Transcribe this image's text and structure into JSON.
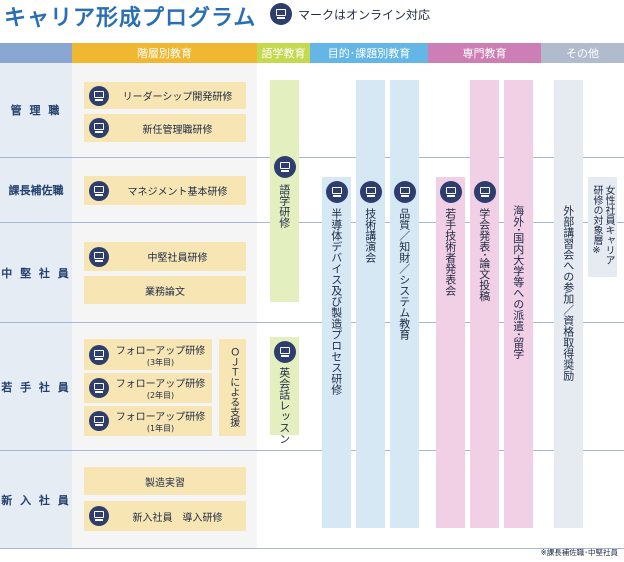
{
  "title": "キャリア形成プログラム",
  "legend": {
    "label": "マークはオンライン対応"
  },
  "headers": {
    "kaiso": "階層別教育",
    "gogaku": "語学教育",
    "mokuteki": "目的･課題別教育",
    "senmon": "専門教育",
    "other": "その他"
  },
  "ranks": {
    "kanrishoku": "管 理 職",
    "kachohosa": "課長補佐職",
    "chuken": "中 堅 社 員",
    "wakate": "若 手 社 員",
    "shinnyu": "新 入 社 員"
  },
  "kaiso_programs": {
    "leadership": "リーダーシップ開発研修",
    "new_manager": "新任管理職研修",
    "management": "マネジメント基本研修",
    "midlevel": "中堅社員研修",
    "paper": "業務論文",
    "followup3": {
      "label": "フォローアップ研修",
      "year": "(3年目)"
    },
    "followup2": {
      "label": "フォローアップ研修",
      "year": "(2年目)"
    },
    "followup1": {
      "label": "フォローアップ研修",
      "year": "(1年目)"
    },
    "ojt": "ＯＪＴによる支援",
    "manufacturing": "製造実習",
    "induction": "新入社員　導入研修"
  },
  "gogaku_programs": {
    "language": "語学研修",
    "english": "英会話レッスン"
  },
  "mokuteki_programs": {
    "semiconductor": "半導体デバイス及び製造プロセス研修",
    "tech_lecture": "技術講演会",
    "quality": "品質／知財／システム教育"
  },
  "senmon_programs": {
    "young_engineer": "若手技術者発表会",
    "academic": "学会発表･論文投稿",
    "overseas": "海外･国内大学等への派遣･留学"
  },
  "other_programs": {
    "external": "外部講習会への参加／資格取得奨励",
    "female": "女性社員キャリア研修の対象層※"
  },
  "footnote": "※課長補佐職･中堅社員",
  "colors": {
    "title": "#2a6fb5",
    "icon": "#2c3d6e",
    "kaiso_header": "#f0b731",
    "kaiso_box": "#f7e6b4",
    "gogaku_header": "#c4d94e",
    "gogaku_bar": "#e4efc0",
    "mokuteki_header": "#63b6e5",
    "mokuteki_bar": "#d5e8f4",
    "senmon_header": "#cd7fb5",
    "senmon_bar": "#f1cfe4",
    "other_header": "#b0bccd",
    "other_bar": "#e6ebf2"
  }
}
